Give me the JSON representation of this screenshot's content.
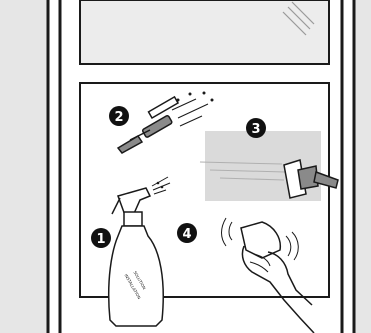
{
  "colors": {
    "wall": "#e6e6e6",
    "glass_top": "#ececec",
    "film": "#dadada",
    "outline": "#1a1a1a",
    "tool_grey": "#8a8a8a",
    "badge": "#111111"
  },
  "steps": [
    {
      "number": "1",
      "icon": "spray-bottle-icon"
    },
    {
      "number": "2",
      "icon": "squeegee-icon"
    },
    {
      "number": "3",
      "icon": "film-squeegee-icon"
    },
    {
      "number": "4",
      "icon": "cloth-wipe-icon"
    }
  ],
  "bottle_label": {
    "line1": "INSTALLATION",
    "line2": "SOLUTION"
  }
}
